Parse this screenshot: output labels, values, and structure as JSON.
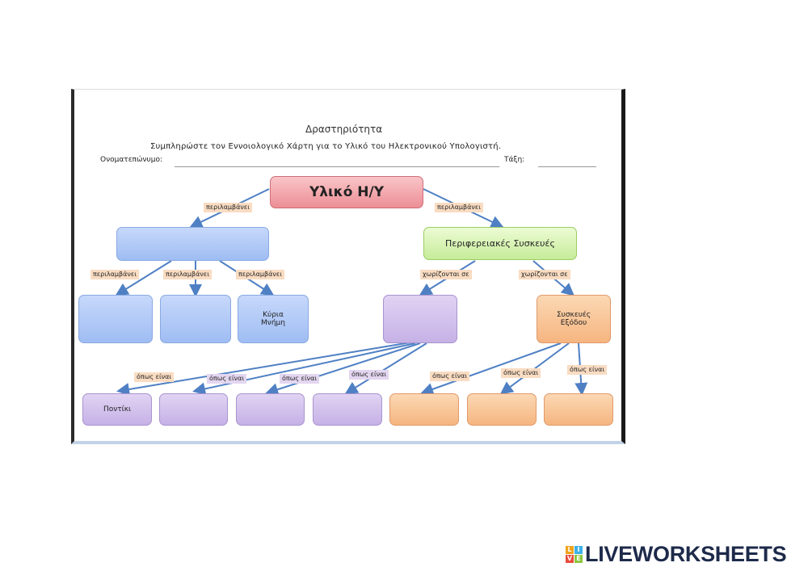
{
  "worksheet": {
    "title": "Δραστηριότητα",
    "instruction": "Συμπληρώστε τον Εννοιολογικό Χάρτη για το Υλικό του Ηλεκτρονικού Υπολογιστή.",
    "name_label": "Ονοματεπώνυμο:",
    "class_label": "Τάξη:"
  },
  "nodes": {
    "root": "Υλικό Η/Υ",
    "left_main": "",
    "peripherals": "Περιφερειακές Συσκευές",
    "left_child_1": "",
    "left_child_2": "",
    "left_child_3": "Κύρια Μνήμη",
    "input_devices": "",
    "output_devices": "Συσκευές Εξόδου",
    "in_ex_1": "Ποντίκι",
    "in_ex_2": "",
    "in_ex_3": "",
    "in_ex_4": "",
    "out_ex_1": "",
    "out_ex_2": "",
    "out_ex_3": ""
  },
  "labels": {
    "includes_1": "περιλαμβάνει",
    "includes_2": "περιλαμβάνει",
    "includes_3": "περιλαμβάνει",
    "includes_4": "περιλαμβάνει",
    "includes_5": "περιλαμβάνει",
    "divided_1": "χωρίζονται σε",
    "divided_2": "χωρίζονται σε",
    "such_as_1": "όπως είναι",
    "such_as_2": "όπως είναι",
    "such_as_3": "όπως είναι",
    "such_as_4": "όπως είναι",
    "such_as_5": "όπως είναι",
    "such_as_6": "όπως είναι",
    "such_as_7": "όπως είναι"
  },
  "colors": {
    "root": "#ec8e95",
    "main": "#9fbdf3",
    "peripherals": "#c6ec99",
    "input": "#c6b1e6",
    "output": "#f6b580",
    "arrow": "#4f80c4"
  },
  "brand": {
    "logo_letters": [
      "L",
      "I",
      "V",
      "E"
    ],
    "logo_text": "LIVEWORKSHEETS"
  }
}
